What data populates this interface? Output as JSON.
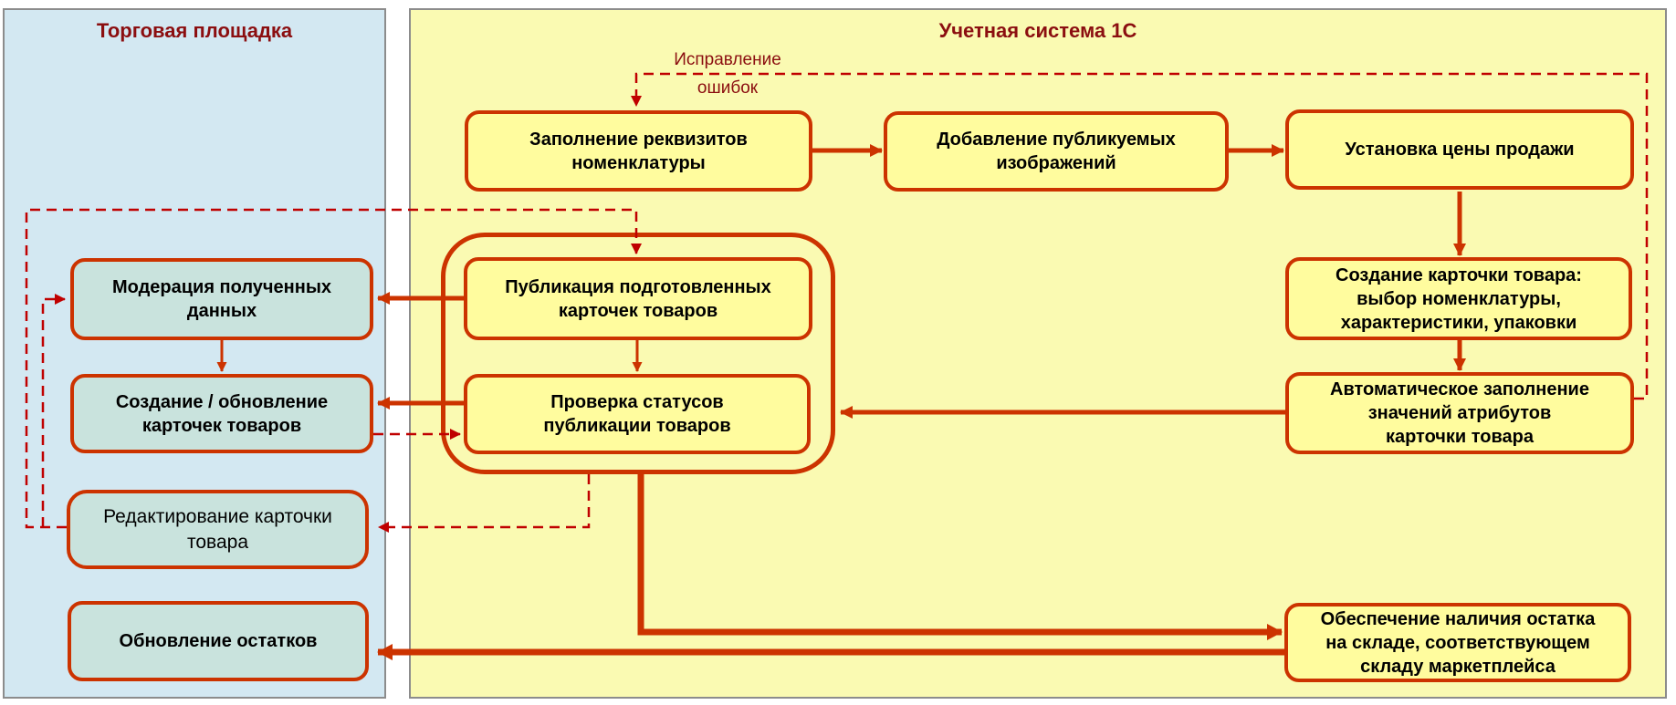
{
  "panels": {
    "marketplace": {
      "title": "Торговая площадка",
      "nodes": {
        "moderation": "Модерация полученных\nданных",
        "create_update_cards": "Создание / обновление\nкарточек товаров",
        "edit_card": "Редактирование карточки\nтовара",
        "update_stock": "Обновление остатков"
      }
    },
    "accounting": {
      "title": "Учетная система 1С",
      "nodes": {
        "fill_requisites": "Заполнение реквизитов\nноменклатуры",
        "add_images": "Добавление публикуемых\nизображений",
        "set_price": "Установка цены продажи",
        "create_card": "Создание карточки товара:\nвыбор номенклатуры,\nхарактеристики, упаковки",
        "auto_fill_attributes": "Автоматическое заполнение\nзначений атрибутов\nкарточки товара",
        "publish_cards": "Публикация подготовленных\nкарточек товаров",
        "check_status": "Проверка статусов\nпубликации товаров",
        "stock_supply": "Обеспечение наличия остатка\nна складе, соответствующем\nскладу маркетплейса"
      }
    }
  },
  "labels": {
    "error_fix": "Исправление\nошибок"
  },
  "colors": {
    "accent": "#cc3300",
    "dashed": "#c00000",
    "panel_title": "#8b0e10",
    "marketplace_bg": "#d3e8f2",
    "accounting_bg": "#fafab2",
    "yellow_node_bg": "#fffc9e",
    "teal_node_bg": "#c9e3dd",
    "panel_border": "#8c8c8c",
    "node_text": "#000000"
  }
}
